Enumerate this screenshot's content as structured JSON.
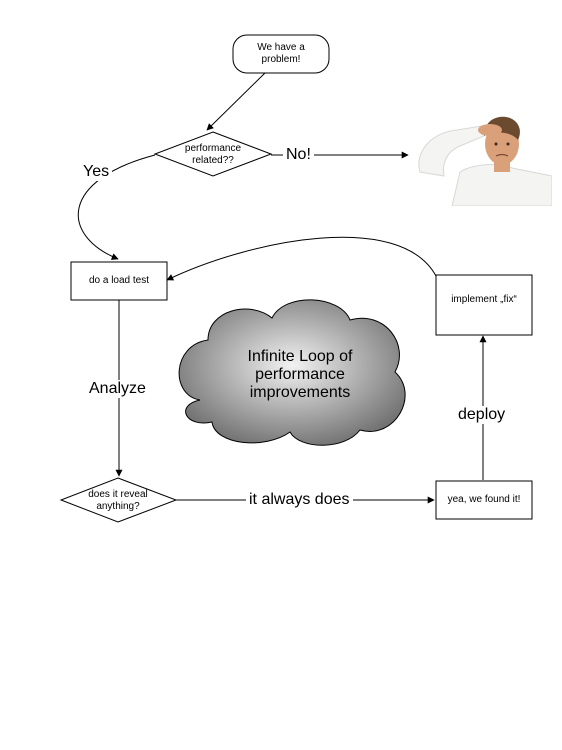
{
  "nodes": {
    "start": "We have a problem!",
    "performance_decision": "performance related??",
    "load_test": "do a load test",
    "reveal_decision": "does it reveal anything?",
    "found": "yea, we found it!",
    "implement": "implement „fix“"
  },
  "edges": {
    "yes": "Yes",
    "no": "No!",
    "analyze": "Analyze",
    "always": "it always does",
    "deploy": "deploy"
  },
  "cloud": {
    "line1": "Infinite Loop of",
    "line2": "performance",
    "line3": "improvements"
  },
  "colors": {
    "stroke": "#000000",
    "cloud_light": "#f2f2f2",
    "cloud_dark": "#6e6e6e",
    "shirt": "#f4f4f2",
    "skin": "#d9a07a",
    "hair": "#6b4a30"
  }
}
